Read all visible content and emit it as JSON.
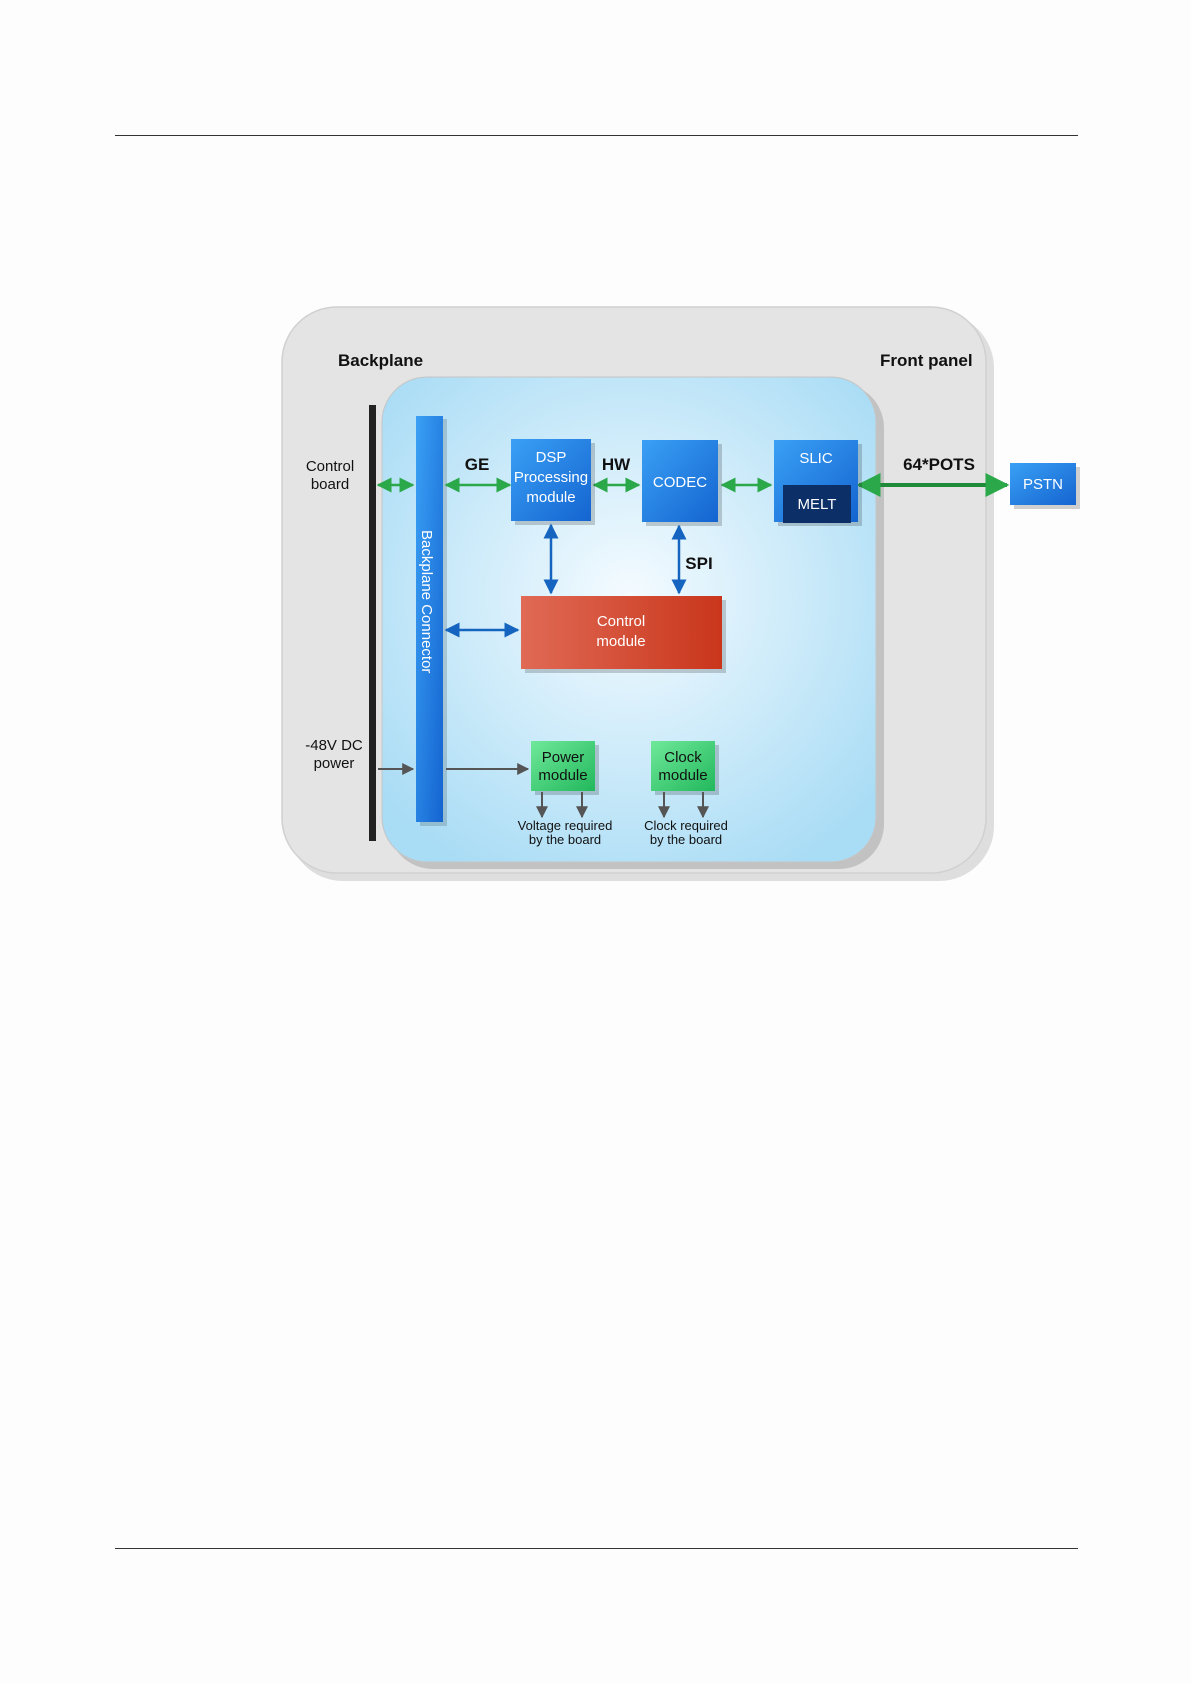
{
  "diagram": {
    "backplane_label": "Backplane",
    "front_panel_label": "Front panel",
    "control_board_label": [
      "Control",
      "board"
    ],
    "dc_power_label": [
      "-48V  DC",
      "power"
    ],
    "backplane_connector_label": "Backplane Connector",
    "ge_label": "GE",
    "hw_label": "HW",
    "spi_label": "SPI",
    "pots_label": "64*POTS",
    "dsp_module": [
      "DSP",
      "Processing",
      "module"
    ],
    "codec": "CODEC",
    "slic": "SLIC",
    "melt": "MELT",
    "pstn": "PSTN",
    "control_module": [
      "Control",
      "module"
    ],
    "power_module": [
      "Power",
      "module"
    ],
    "clock_module": [
      "Clock",
      "module"
    ],
    "voltage_note": [
      "Voltage required",
      "by the board"
    ],
    "clock_note": [
      "Clock required",
      "by the board"
    ],
    "colors": {
      "blue_box": "#1e7fe6",
      "melt_box": "#0b2f66",
      "control_box": "#d4472a",
      "green_box": "#3fd57a",
      "green_arrow": "#2aa84a",
      "blue_arrow": "#1565c0"
    }
  }
}
